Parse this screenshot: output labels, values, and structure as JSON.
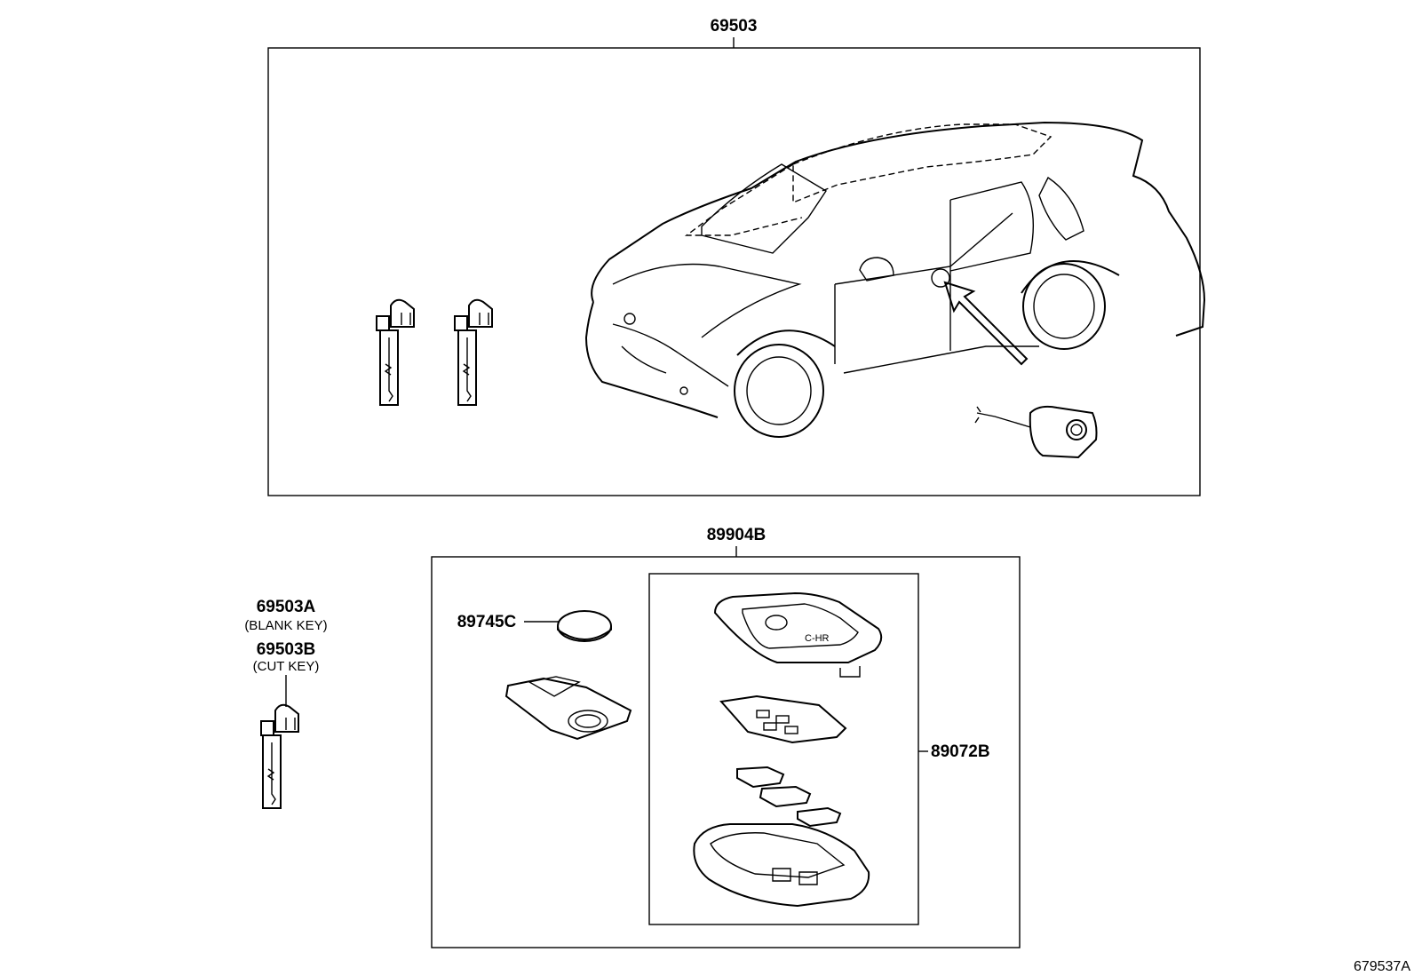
{
  "labels": {
    "kit": "69503",
    "transmitter_assy": "89904B",
    "blank_key_code": "69503A",
    "blank_key_desc": "(BLANK KEY)",
    "cut_key_code": "69503B",
    "cut_key_desc": "(CUT KEY)",
    "battery": "89745C",
    "key_housing": "89072B",
    "figure_id": "679537A"
  },
  "emblem_text": "C-HR"
}
